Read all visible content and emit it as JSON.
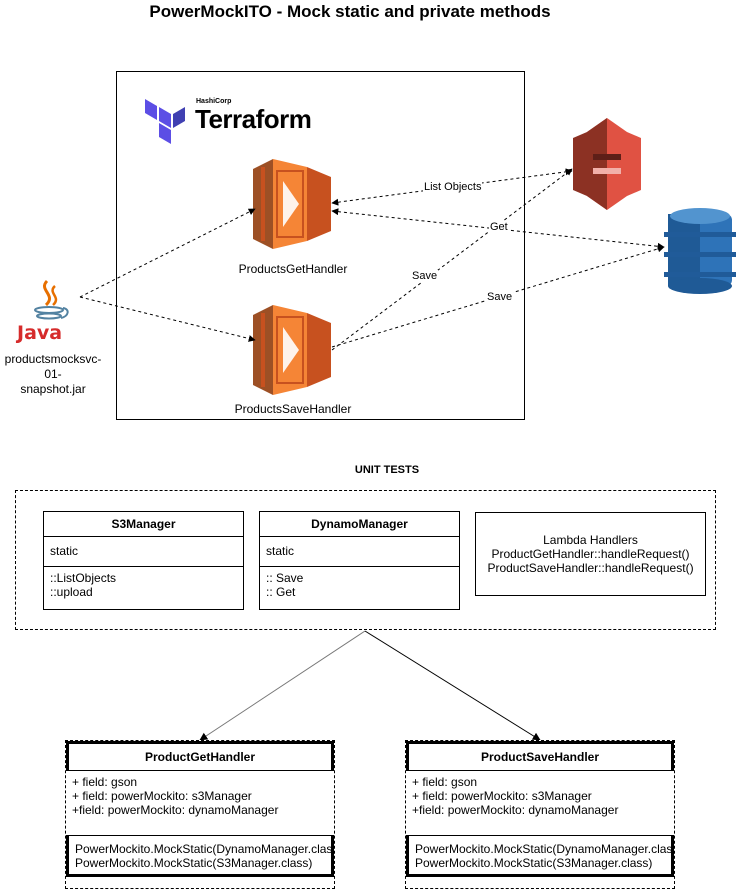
{
  "title": "PowerMockITO - Mock static and private methods",
  "terraform": {
    "vendor": "HashiCorp",
    "name": "Terraform"
  },
  "jar": {
    "logo_text": "Java",
    "label_line1": "productsmocksvc-01-",
    "label_line2": "snapshot.jar"
  },
  "lambdas": {
    "get_label": "ProductsGetHandler",
    "save_label": "ProductsSaveHandler"
  },
  "edges": {
    "list_objects": "List Objects",
    "get": "Get",
    "save_s3": "Save",
    "save_dynamo": "Save"
  },
  "unit_tests": {
    "title": "UNIT TESTS",
    "s3manager": {
      "name": "S3Manager",
      "attributes": [
        "static"
      ],
      "methods": [
        "::ListObjects",
        "::upload"
      ]
    },
    "dynamomanager": {
      "name": "DynamoManager",
      "attributes": [
        "static"
      ],
      "methods": [
        ":: Save",
        ":: Get"
      ]
    },
    "lambda_handlers": {
      "title": "Lambda Handlers",
      "lines": [
        "ProductGetHandler::handleRequest()",
        "ProductSaveHandler::handleRequest()"
      ]
    }
  },
  "product_get_handler": {
    "name": "ProductGetHandler",
    "fields": [
      "+ field: gson",
      "+ field: powerMockito: s3Manager",
      "+field: powerMockito: dynamoManager"
    ],
    "methods": [
      "PowerMockito.MockStatic(DynamoManager.class)",
      "PowerMockito.MockStatic(S3Manager.class)"
    ]
  },
  "product_save_handler": {
    "name": "ProductSaveHandler",
    "fields": [
      "+ field: gson",
      "+ field: powerMockito: s3Manager",
      "+field: powerMockito: dynamoManager"
    ],
    "methods": [
      "PowerMockito.MockStatic(DynamoManager.class)",
      "PowerMockito.MockStatic(S3Manager.class)"
    ]
  },
  "colors": {
    "lambda_orange": "#f58536",
    "s3_red": "#e05243",
    "dynamo_blue": "#2e73b8",
    "terraform_purple": "#5c4ee5",
    "java_red": "#d62b2b"
  },
  "icons": [
    "terraform-logo-icon",
    "java-logo-icon",
    "aws-lambda-icon",
    "amazon-s3-icon",
    "amazon-dynamodb-icon"
  ]
}
